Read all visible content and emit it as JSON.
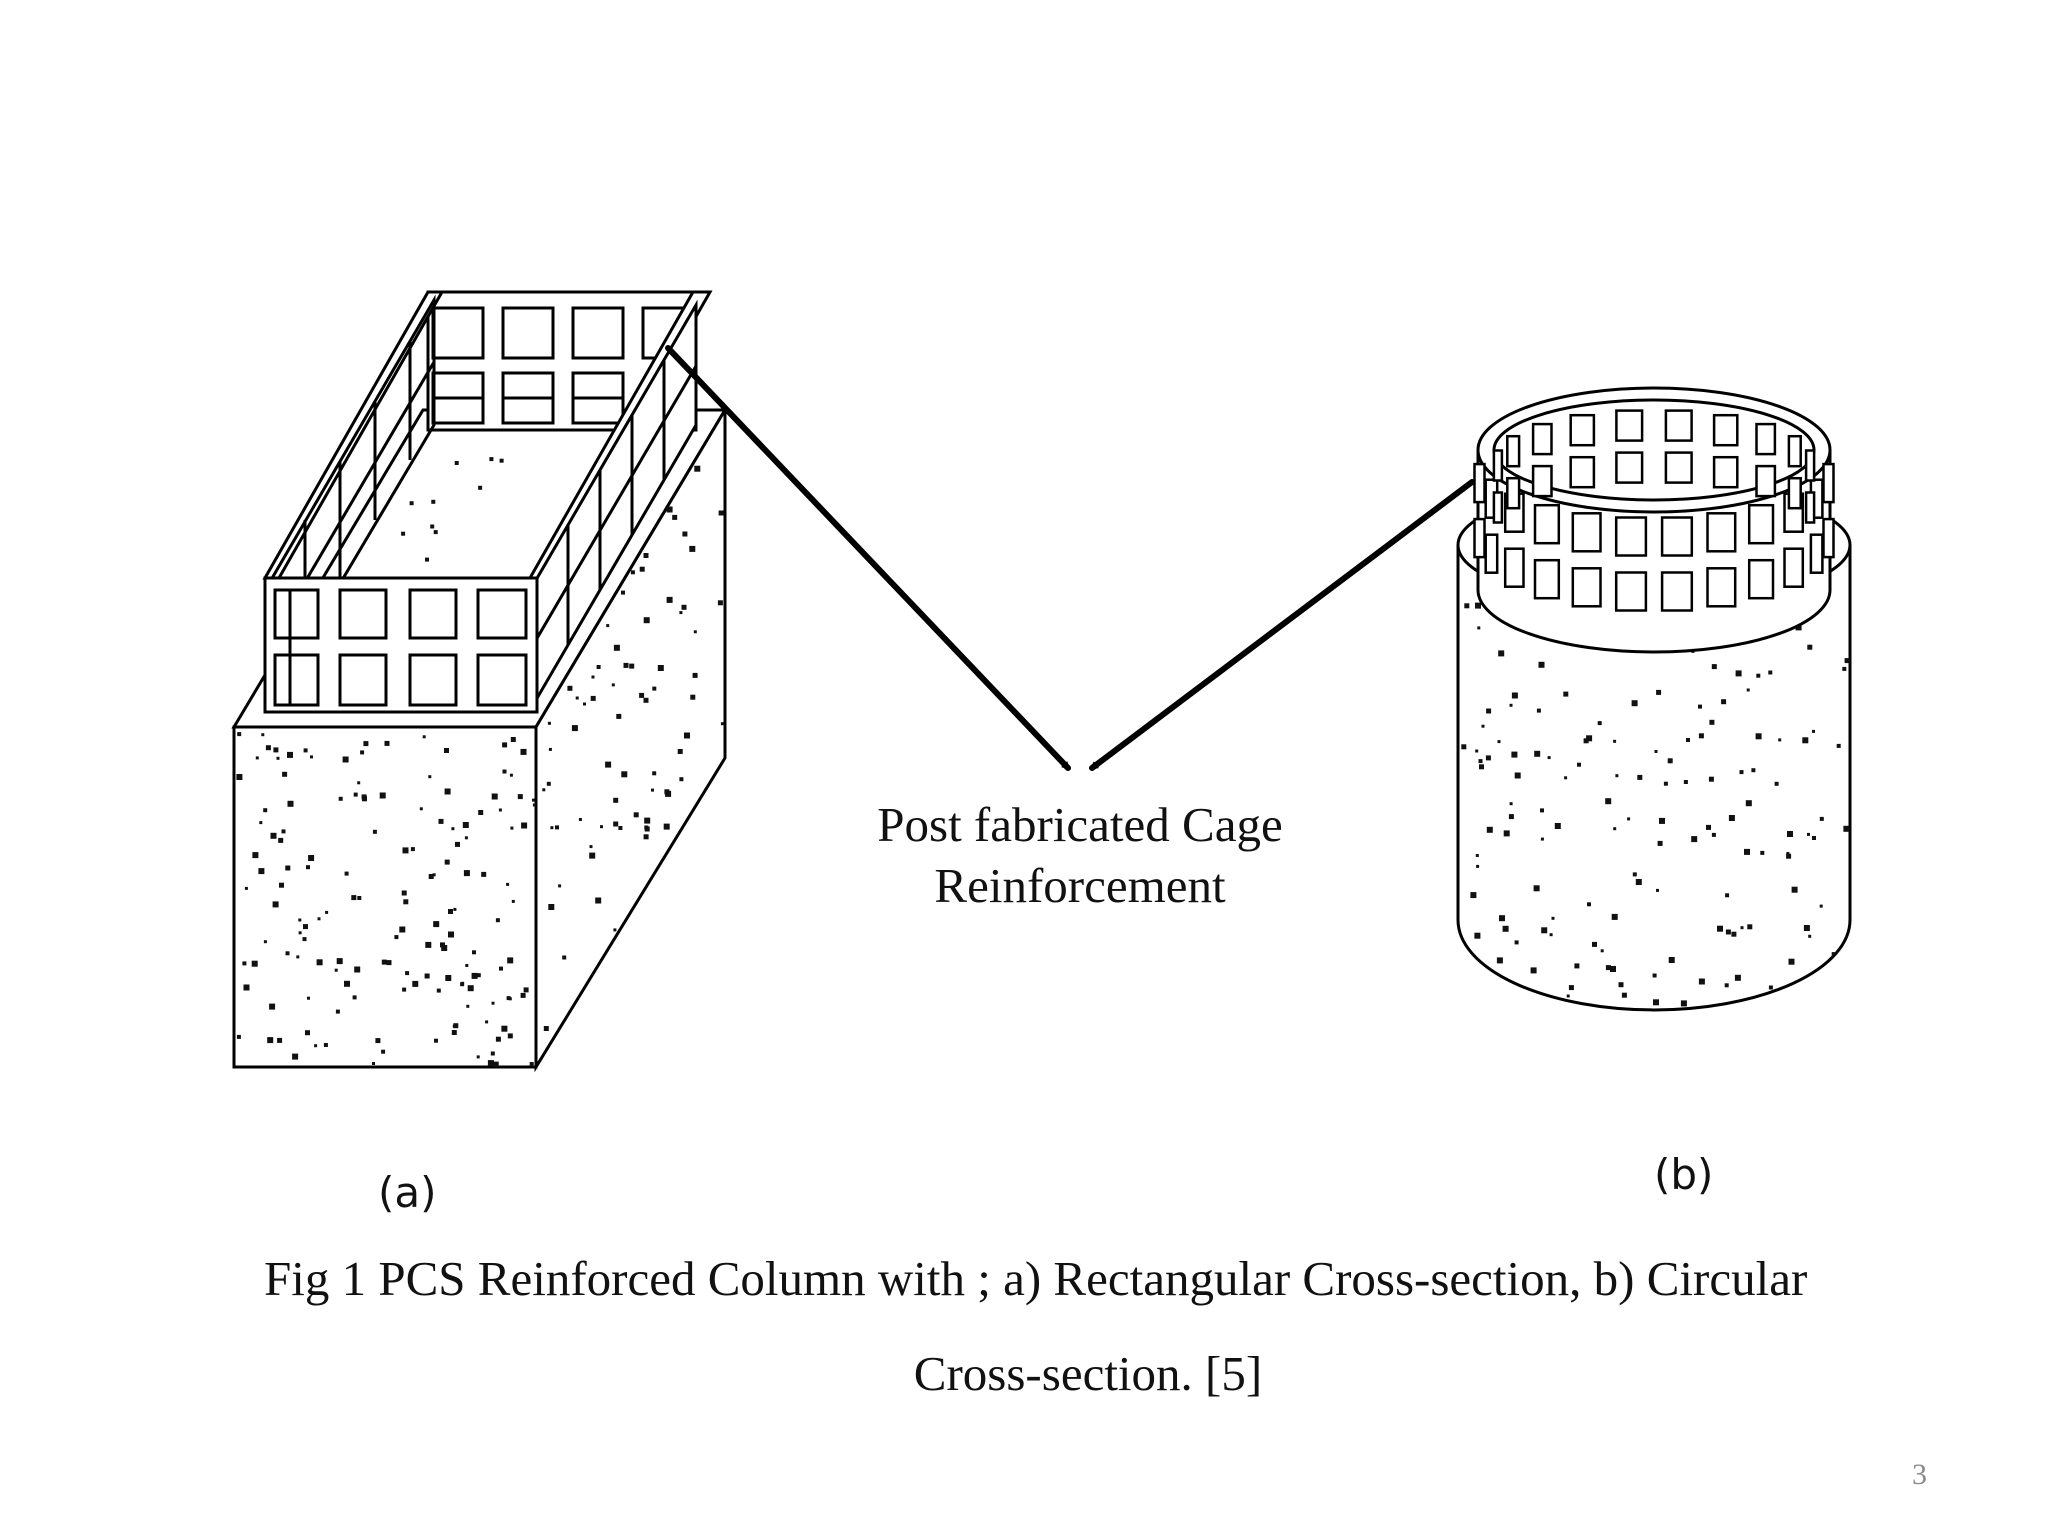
{
  "callout": {
    "line1": "Post fabricated Cage",
    "line2": "Reinforcement"
  },
  "labels": {
    "a": "(a)",
    "b": "(b)"
  },
  "caption": {
    "line1": "Fig 1 PCS Reinforced Column with ; a)  Rectangular Cross-section, b) Circular",
    "line2": "Cross-section. [5]"
  },
  "page_number": "3",
  "colors": {
    "ink": "#111111",
    "page_number": "#8a8a8a",
    "background": "#ffffff"
  }
}
